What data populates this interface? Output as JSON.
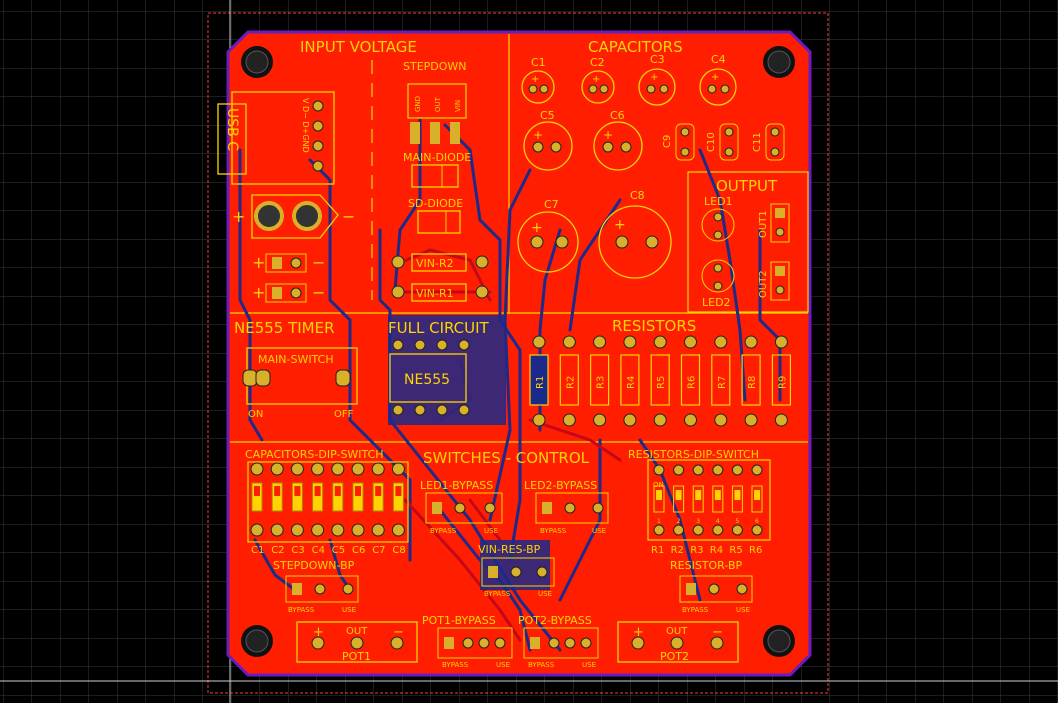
{
  "colors": {
    "background": "#000000",
    "grid": "#3a3a3a",
    "board_copper": "#ff1e00",
    "board_edge": "#6a1dbf",
    "silkscreen": "#ffd400",
    "trace_bottom": "#1e2a8a",
    "trace_top": "#e8101a",
    "pad": "#d8b02a",
    "keepout": "#ff3a3a"
  },
  "sections": {
    "input_voltage": "INPUT VOLTAGE",
    "capacitors": "CAPACITORS",
    "output": "OUTPUT",
    "ne555_timer": "NE555 TIMER",
    "full_circuit": "FULL CIRCUIT",
    "resistors": "RESISTORS",
    "switches_control": "SWITCHES - CONTROL"
  },
  "labels": {
    "stepdown": "STEPDOWN",
    "stepdown_pins": [
      "GND",
      "OUT",
      "VIN"
    ],
    "usb": "USB C",
    "usb_pins": "V D− D+GND",
    "main_diode": "MAIN-DIODE",
    "sd_diode": "SD-DIODE",
    "vin_r2": "VIN-R2",
    "vin_r1": "VIN-R1",
    "main_switch": "MAIN-SWITCH",
    "on": "ON",
    "off": "OFF",
    "ne555": "NE555",
    "caps_dip": "CAPACITORS-DIP-SWITCH",
    "res_dip": "RESISTORS-DIP-SWITCH",
    "dip_on": "ON",
    "led1_bypass": "LED1-BYPASS",
    "led2_bypass": "LED2-BYPASS",
    "vin_res_bp": "VIN-RES-BP",
    "stepdown_bp": "STEPDOWN-BP",
    "resistor_bp": "RESISTOR-BP",
    "pot1_bypass": "POT1-BYPASS",
    "pot2_bypass": "POT2-BYPASS",
    "pot1": "POT1",
    "pot2": "POT2",
    "bypass": "BYPASS",
    "use": "USE",
    "plus": "+",
    "minus": "−",
    "out": "OUT",
    "led1": "LED1",
    "led2": "LED2",
    "out1": "OUT1",
    "out2": "OUT2"
  },
  "capacitors": {
    "small": [
      "C1",
      "C2",
      "C3",
      "C4"
    ],
    "medium": [
      "C5",
      "C6"
    ],
    "large": [
      "C7",
      "C8"
    ],
    "ceramic": [
      "C9",
      "C10",
      "C11"
    ]
  },
  "resistors": [
    "R1",
    "R2",
    "R3",
    "R4",
    "R5",
    "R6",
    "R7",
    "R8",
    "R9"
  ],
  "cap_dip_labels": [
    "C1",
    "C2",
    "C3",
    "C4",
    "C5",
    "C6",
    "C7",
    "C8"
  ],
  "res_dip_labels": [
    "R1",
    "R2",
    "R3",
    "R4",
    "R5",
    "R6"
  ],
  "res_dip_numbers": [
    "1",
    "2",
    "3",
    "4",
    "5",
    "6"
  ]
}
